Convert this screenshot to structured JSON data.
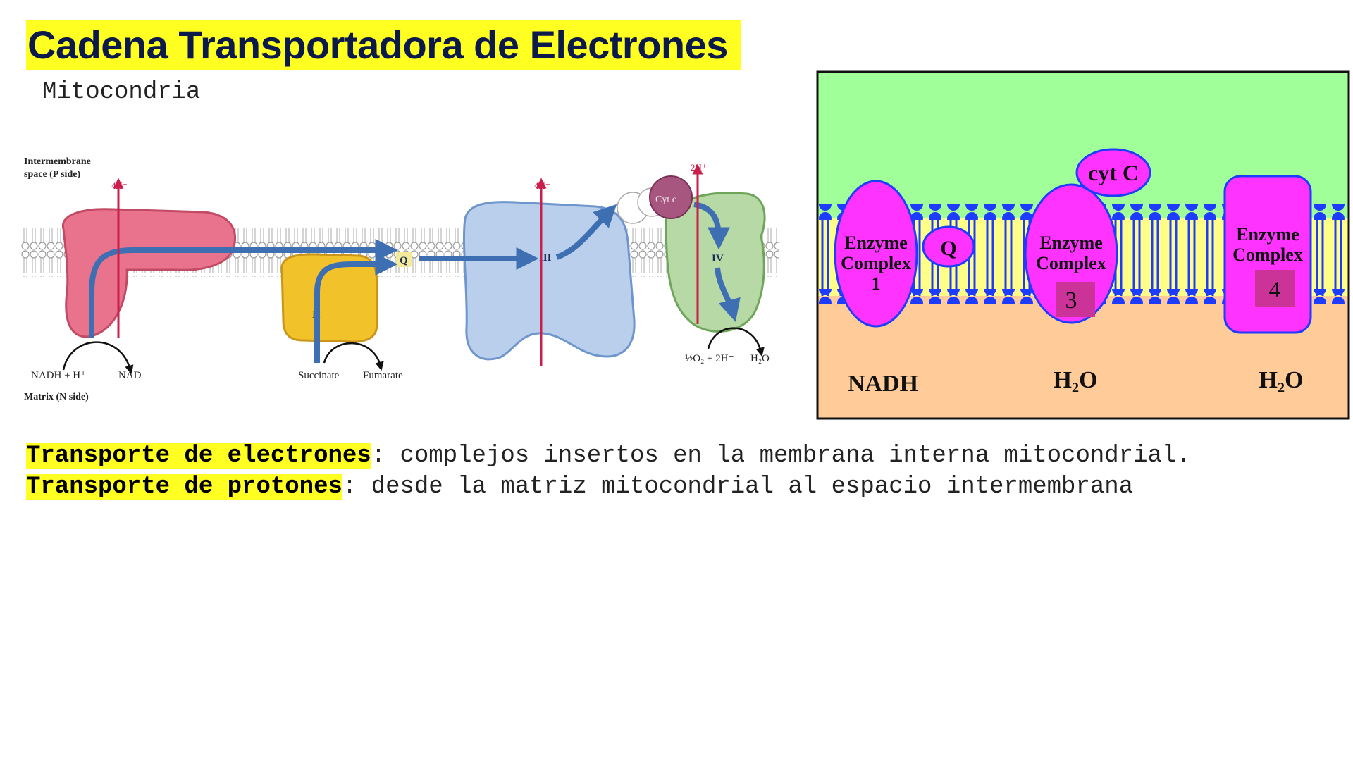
{
  "title": "Cadena Transportadora de Electrones",
  "subtitle": "Mitocondria",
  "left_diagram": {
    "intermembrane_label_1": "Intermembrane",
    "intermembrane_label_2": "space (P side)",
    "matrix_label": "Matrix (N side)",
    "complex_1": "I",
    "complex_2": "II",
    "complex_3": "III",
    "complex_4": "IV",
    "q_label": "Q",
    "cytc_label": "Cyt c",
    "proton_1": "4H⁺",
    "proton_3": "4H⁺",
    "proton_4": "2H⁺",
    "nadh": "NADH + H⁺",
    "nad": "NAD⁺",
    "succinate": "Succinate",
    "fumarate": "Fumarate",
    "oxygen": "½O₂ + 2H⁺",
    "water": "H₂O",
    "colors": {
      "complex1": "#e9738c",
      "complex2": "#f2c22a",
      "complex3": "#b9cfec",
      "complex4": "#b6d9a5",
      "arrow": "#3f6fb3",
      "proton": "#cc1e4a"
    }
  },
  "right_diagram": {
    "complex_1_line1": "Enzyme",
    "complex_1_line2": "Complex",
    "complex_1_line3": "1",
    "q_label": "Q",
    "complex_3_line1": "Enzyme",
    "complex_3_line2": "Complex",
    "complex_3_badge": "3",
    "cytc_label": "cyt C",
    "complex_4_line1": "Enzyme",
    "complex_4_line2": "Complex",
    "complex_4_badge": "4",
    "nadh": "NADH",
    "water_1": "H₂O",
    "water_2": "H₂O",
    "colors": {
      "top": "#a0ff98",
      "bottom": "#ffcc99",
      "membrane": "#ffff88",
      "heads": "#1e3cff",
      "protein": "#ff33ff",
      "badge": "#cc3399"
    }
  },
  "bullets": [
    {
      "term": "Transporte de electrones",
      "text": ": complejos insertos en la membrana interna mitocondrial."
    },
    {
      "term": "Transporte de protones",
      "text": ": desde la matriz mitocondrial al espacio intermembrana"
    }
  ]
}
